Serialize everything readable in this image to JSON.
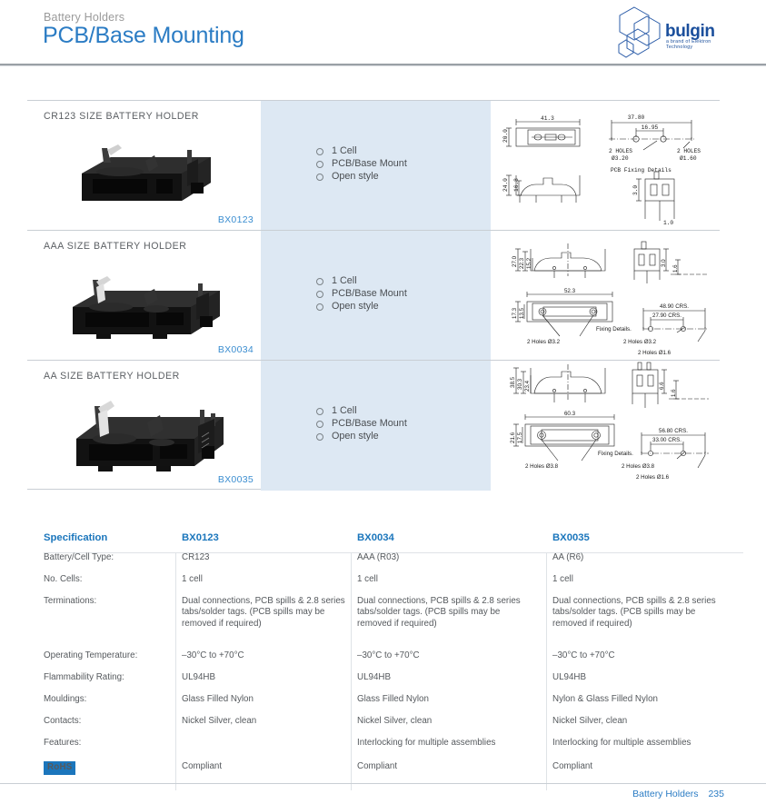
{
  "header": {
    "eyebrow": "Battery Holders",
    "title": "PCB/Base Mounting",
    "logo_word": "bulgin",
    "logo_tagline": "a brand of Elektron Technology"
  },
  "products": [
    {
      "title": "CR123 SIZE BATTERY HOLDER",
      "part": "BX0123",
      "features": [
        "1 Cell",
        "PCB/Base Mount",
        "Open style"
      ],
      "drawing": {
        "dims": [
          "41.3",
          "20.0",
          "37.80",
          "16.95",
          "24.0",
          "16.8",
          "3.0",
          "1.0"
        ],
        "notes": [
          "2 HOLES",
          "Ø3.20",
          "2 HOLES",
          "Ø1.60",
          "PCB Fixing Details"
        ]
      }
    },
    {
      "title": "AAA SIZE BATTERY HOLDER",
      "part": "BX0034",
      "features": [
        "1 Cell",
        "PCB/Base Mount",
        "Open style"
      ],
      "drawing": {
        "dims": [
          "27.0",
          "22.3",
          "15.2",
          "52.3",
          "17.3",
          "13.5",
          "3.0",
          "1.6",
          "48.90 CRS.",
          "27.90 CRS."
        ],
        "notes": [
          "2 Holes Ø3.2",
          "2 Holes Ø3.2",
          "2 Holes Ø1.6",
          "Fixing Details."
        ]
      }
    },
    {
      "title": "AA SIZE BATTERY HOLDER",
      "part": "BX0035",
      "features": [
        "1 Cell",
        "PCB/Base Mount",
        "Open style"
      ],
      "drawing": {
        "dims": [
          "38.5",
          "30.3",
          "23.4",
          "60.3",
          "21.6",
          "17.5",
          "6.6",
          "1.6",
          "56.80 CRS.",
          "33.00 CRS."
        ],
        "notes": [
          "2 Holes Ø3.8",
          "2 Holes Ø3.8",
          "2 Holes Ø1.6",
          "Fixing Details."
        ]
      }
    }
  ],
  "spec_table": {
    "headers": [
      "Specification",
      "BX0123",
      "BX0034",
      "BX0035"
    ],
    "rows": [
      {
        "label": "Battery/Cell Type:",
        "values": [
          "CR123",
          "AAA (R03)",
          "AA (R6)"
        ]
      },
      {
        "label": "No. Cells:",
        "values": [
          "1 cell",
          "1 cell",
          "1 cell"
        ]
      },
      {
        "label": "Terminations:",
        "values": [
          "Dual connections, PCB spills & 2.8 series tabs/solder tags. (PCB spills may be removed if required)",
          "Dual connections, PCB spills & 2.8 series tabs/solder tags. (PCB spills may be removed if required)",
          "Dual connections, PCB spills & 2.8 series tabs/solder tags. (PCB spills may be removed if required)"
        ]
      },
      {
        "label": "Operating Temperature:",
        "values": [
          "–30°C to +70°C",
          "–30°C to +70°C",
          "–30°C to +70°C"
        ]
      },
      {
        "label": "Flammability Rating:",
        "values": [
          "UL94HB",
          "UL94HB",
          "UL94HB"
        ]
      },
      {
        "label": "Mouldings:",
        "values": [
          "Glass Filled Nylon",
          "Glass Filled Nylon",
          "Nylon & Glass Filled Nylon"
        ]
      },
      {
        "label": "Contacts:",
        "values": [
          "Nickel Silver, clean",
          "Nickel Silver, clean",
          "Nickel Silver, clean"
        ]
      },
      {
        "label": "Features:",
        "values": [
          "",
          "Interlocking for multiple assemblies",
          "Interlocking for multiple assemblies"
        ]
      },
      {
        "label": "RoHS",
        "badge": true,
        "values": [
          "Compliant",
          "Compliant",
          "Compliant"
        ]
      }
    ]
  },
  "footer": {
    "section": "Battery Holders",
    "page": "235"
  },
  "colors": {
    "accent_blue": "#1b76bc",
    "title_blue": "#2b7cc4",
    "panel_blue": "#dde8f3",
    "logo_blue": "#1b4f9c",
    "rule_grey": "#c9ced4"
  }
}
